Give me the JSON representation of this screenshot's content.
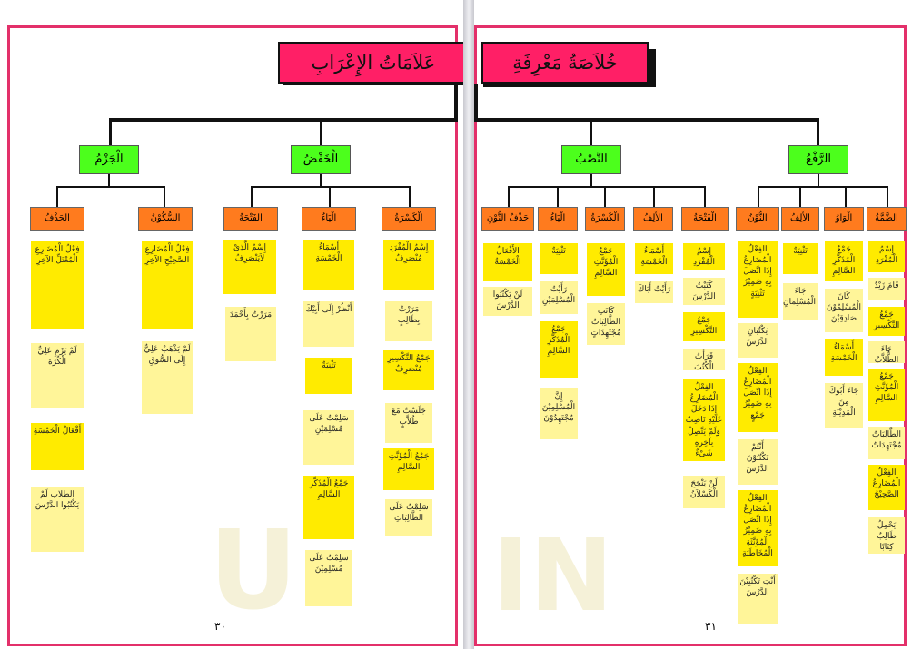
{
  "left_page": {
    "title": "عَلاَمَاتُ الإِعْرَابِ",
    "page_number": "٣٠",
    "groups": [
      {
        "label": "الْجَزْمُ",
        "columns": [
          {
            "label": "الحَذْفُ",
            "items": [
              "فِعْلُ الْمُضَارِعِ الْمُعْتَلِّ الآخِرِ",
              "لَمْ يَرْمِ عَلِيٌّ الْكُرَةَ",
              "أَفْعَالُ الْخَمْسَةِ",
              "الطلاب لَمْ يَكْتُبُوا الدَّرْسَ"
            ]
          },
          {
            "label": "السُّكُوْنُ",
            "items": [
              "فِعْلُ الْمُضَارِعِ الصَّحِيْحِ الآخِرِ",
              "لَمْ يَذْهَبْ عَلِيٌّ إِلَى السُّوقِ"
            ]
          }
        ]
      },
      {
        "label": "الْخَفْضُ",
        "columns": [
          {
            "label": "الفَتْحَةُ",
            "items": [
              "إِسْمُ الَّذِيْ لاَيَنْصَرِفُ",
              "مَرَرْتُ بِأَحْمَدَ"
            ]
          },
          {
            "label": "الْيَاءُ",
            "items": [
              "أَسْمَاءُ الْخَمْسَةِ",
              "أَنْظُرْ إِلَى أَبِيْكَ",
              "تَثْنِيَةٌ",
              "سَلِمْتُ عَلَى مُسْلِمَيْنِ",
              "جَمْعُ الْمُذَكَّرِ السَّالِمِ",
              "سَلِمْتُ عَلَى مُسْلِمِيْنَ"
            ]
          },
          {
            "label": "الْكَسْرَةُ",
            "items": [
              "إِسْمُ الْمُفْرَدِ مُنْصَرِفٌ",
              "مَرَرْتُ بِطَالِبٍ",
              "جَمْعُ التَّكْسِيرِ مُنْصَرِفٌ",
              "جَلَسْتُ مَعَ طُلاَّبٍ",
              "جَمْعُ الْمُؤَنَّثِ السَّالِمِ",
              "سَلِمْتُ عَلَى الطَّالِبَاتِ"
            ]
          }
        ]
      }
    ]
  },
  "right_page": {
    "title": "خُلاَصَةُ مَعْرِفَةِ",
    "page_number": "٣١",
    "groups": [
      {
        "label": "النَّصْبُ",
        "columns": [
          {
            "label": "حَذْفُ النُّوْنِ",
            "items": [
              "الأَفْعَالُ الْخَمْسَةُ",
              "لَنْ يَكْتُبُوا الدَّرْسَ"
            ]
          },
          {
            "label": "الْيَاءُ",
            "items": [
              "تَثْنِيَةٌ",
              "رَأَيْتُ الْمُسْلِمَيْنِ",
              "جَمْعُ الْمُذَكَّرِ السَّالِمِ",
              "إِنَّ الْمُسْلِمِيْنَ مُجْتَهِدُوْنَ"
            ]
          },
          {
            "label": "الْكَسْرَةُ",
            "items": [
              "جَمْعُ الْمُؤَنَّثِ السَّالِمِ",
              "كَانَتِ الطَّالِبَاتُ مُجْتَهِدَاتٍ"
            ]
          },
          {
            "label": "الأَلِفُ",
            "items": [
              "أَسْمَاءُ الْخَمْسَةِ",
              "رَأَيْتُ أَبَاكَ"
            ]
          },
          {
            "label": "الْفَتْحَةُ",
            "items": [
              "إِسْمُ الْمُفْرَدِ",
              "كَتَبْتُ الدَّرْسَ",
              "جَمْعُ التَّكْسِيرِ",
              "قَرَأْتُ الْكُتُبَ",
              "الفِعْلُ الْمُضَارِعُ إِذَا دَخَلَ عَلَيْهِ نَاصِبٌ وَلَمْ يَتَّصِلْ بِآخِرِهِ شَيْءٌ",
              "لَنْ يَنْجَحَ الْكَسْلاَنُ"
            ]
          }
        ]
      },
      {
        "label": "الرَّفْعُ",
        "columns": [
          {
            "label": "النُّوْنُ",
            "items": [
              "الفِعْلُ الْمُضَارِعُ إِذَا اتَّصَلَ بِهِ ضَمِيْرُ تَثْنِيَةٍ",
              "يَكْتُبَانِ الدَّرْسَ",
              "الفِعْلُ الْمُضَارِعُ إِذَا اتَّصَلَ بِهِ ضَمِيْرُ جَمْعٍ",
              "أَنْتُمْ تَكْتُبُوْنَ الدَّرْسَ",
              "الفِعْلُ الْمُضَارِعُ إِذَا اتَّصَلَ بِهِ ضَمِيْرُ الْمُؤَنَّثَةِ الْمُخَاطَبَةِ",
              "أَنْتِ تَكْتُبِيْنَ الدَّرْسَ"
            ]
          },
          {
            "label": "الأَلِفُ",
            "items": [
              "تَثْنِيَةٌ",
              "جَاءَ الْمُسْلِمَانِ"
            ]
          },
          {
            "label": "الْوَاوُ",
            "items": [
              "جَمْعُ الْمُذَكَّرِ السَّالِمِ",
              "كَانَ الْمُسْلِمُوْنَ صَادِقِيْنَ",
              "أَسْمَاءُ الْخَمْسَةِ",
              "جَاءَ أَبُوكَ مِنَ الْمَدِيْنَةِ"
            ]
          },
          {
            "label": "الضَّمَّةُ",
            "items": [
              "إِسْمُ الْمُفْرَدِ",
              "قَامَ زَيْدٌ",
              "جَمْعُ التَّكْسِيرِ",
              "جَاءَ الطُّلاَّبُ",
              "جَمْعُ الْمُؤَنَّثِ السَّالِمِ",
              "الطَّالِبَاتُ مُجْتَهِدَاتٌ",
              "الفِعْلُ الْمُضَارِعُ الصَّحِيْحُ",
              "يَحْمِلُ طَالِبٌ كِتَابًا"
            ]
          }
        ]
      }
    ]
  },
  "watermark": {
    "text": "UIN"
  },
  "colors": {
    "title": "#ff1f66",
    "group": "#4cff1c",
    "category": "#ff7b1e",
    "note": "#ffeb00",
    "note_pale": "#fff599",
    "frame": "#e3306a"
  }
}
